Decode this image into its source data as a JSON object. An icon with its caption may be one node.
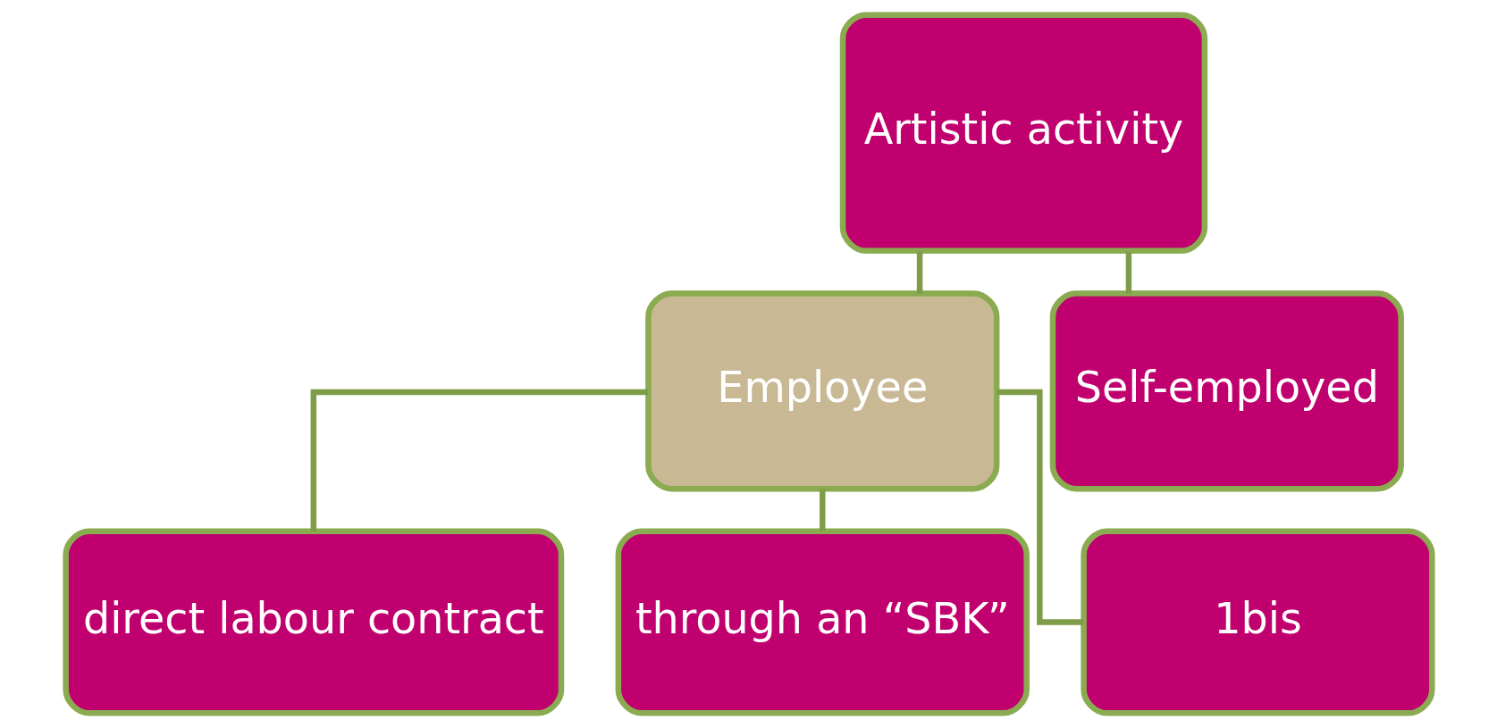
{
  "diagram": {
    "nodes": [
      {
        "text": [
          "Artistic activity"
        ]
      },
      {
        "text": [
          "Employee"
        ]
      },
      {
        "text": [
          "Self-employed"
        ]
      },
      {
        "text": [
          "direct labour contract"
        ]
      },
      {
        "text": [
          "through an “SBK”"
        ]
      },
      {
        "text": [
          "1bis"
        ]
      }
    ],
    "edges": [
      {
        "from": 0,
        "to": 1,
        "arrow": "none"
      },
      {
        "from": 0,
        "to": 2,
        "arrow": "none"
      },
      {
        "from": 1,
        "to": 3,
        "arrow": "none"
      },
      {
        "from": 1,
        "to": 4,
        "arrow": "none"
      },
      {
        "from": 1,
        "to": 5,
        "arrow": "none"
      }
    ]
  }
}
